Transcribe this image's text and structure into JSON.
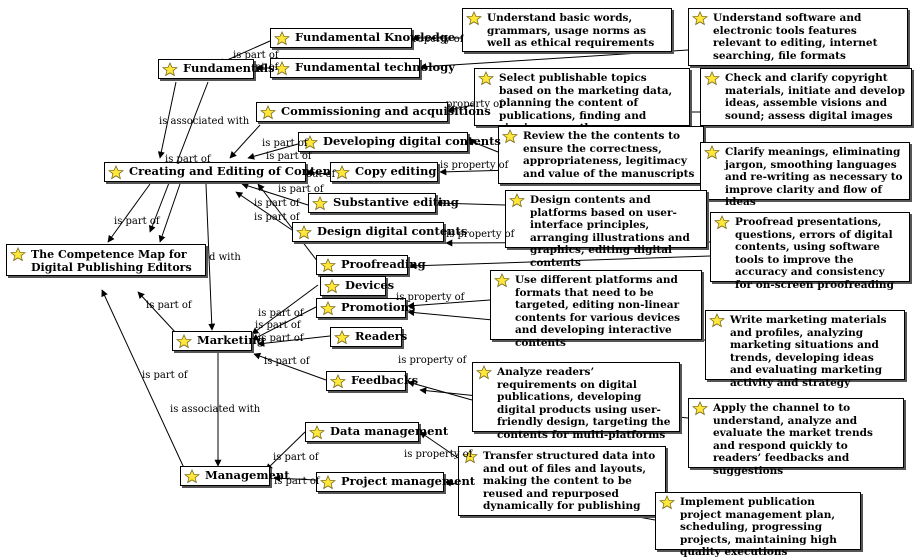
{
  "nodes": {
    "root": "The Competence Map for  Digital Publishing Editors",
    "fundamentals": "Fundamentals",
    "fundamental_knowledge": "Fundamental Knowledge",
    "fundamental_technology": "Fundamental technology",
    "creating_editing": "Creating and Editing of Contents",
    "commissioning": "Commissioning and acquisitions",
    "developing_digital": "Developing digital contents",
    "copy_editing": "Copy editing",
    "substantive_editing": "Substantive editing",
    "design_digital": "Design digital contents",
    "proofreading": "Proofreading",
    "devices": "Devices",
    "promotions": "Promotions",
    "readers": "Readers",
    "feedbacks": "Feedbacks",
    "marketing": "Marketing",
    "management": "Management",
    "data_management": "Data management",
    "project_management": "Project management"
  },
  "descriptions": {
    "d1": "Understand basic words, grammars, usage norms as well as ethical requirements",
    "d2": "Understand software and electronic tools features relevant to editing, internet searching, file formats",
    "d3": "Select publishable topics based on the marketing data, planning the content of publications, finding and signing up authors",
    "d4": "Check and clarify copyright materials, initiate and develop ideas, assemble visions and sound; assess digital images",
    "d5": "Review the the contents to ensure the correctness, appropriateness, legitimacy and value of the manuscripts",
    "d6": "Clarify meanings, eliminating jargon, smoothing languages and re-writing as necessary to improve clarity and flow of ideas",
    "d7": "Design contents and platforms based on user-interface principles, arranging illustrations and graphics, editing digital contents",
    "d8": "Proofread presentations, questions, errors of digital contents, using software tools to improve the accuracy and consistency for on-screen proofreading",
    "d9": "Use different platforms and formats that need to be targeted, editing non-linear contents for various devices and developing interactive contents",
    "d10": "Write marketing materials and profiles, analyzing marketing situations and trends, developing ideas and evaluating marketing activity and strategy",
    "d11": "Analyze readers’ requirements on digital publications, developing digital products using user-friendly design, targeting the contents for multi-platforms",
    "d12": "Apply the channel to to understand, analyze and evaluate the market trends and respond quickly to readers’ feedbacks and suggestions",
    "d13": "Transfer structured data into and out of files and layouts, making the content to be reused and repurposed dynamically for publishing",
    "d14": "Implement publication project management plan, scheduling, progressing projects, maintaining high quality executions"
  },
  "link_labels": {
    "l1": "is part of",
    "l2": "pt of",
    "l3": "roperty of",
    "l4": "is associated with",
    "l5": "is part of",
    "l6": "is part of",
    "l7": "property of",
    "l8": "is part of",
    "l9": "out of",
    "l10": "is property of",
    "l11": "is part of",
    "l12": "is part of",
    "l13": "is part of",
    "l14": "is property of",
    "l15": "d with",
    "l16": "is part of",
    "l17": "is part of",
    "l18": "is property of",
    "l19": "is part of",
    "l20": "is part of",
    "l21": "is part of",
    "l22": "is property of",
    "l23": "is part of",
    "l24": "is associated with",
    "l25": "is part of",
    "l26": "is property of",
    "l27": "is part of"
  }
}
